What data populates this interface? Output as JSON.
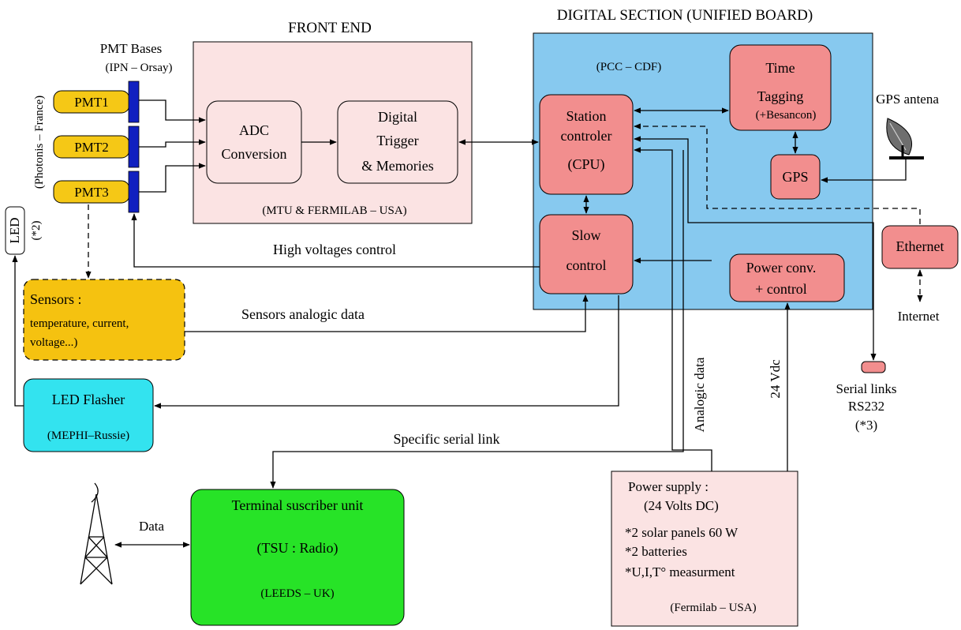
{
  "sections": {
    "front_end": "FRONT END",
    "digital_section": "DIGITAL SECTION (UNIFIED BOARD)",
    "pcc_cdf": "(PCC – CDF)",
    "mtu_fermilab": "(MTU & FERMILAB – USA)"
  },
  "pmt": {
    "bases_title": "PMT Bases",
    "bases_origin": "(IPN – Orsay)",
    "photonis": "(Photonis – France)",
    "units": [
      "PMT1",
      "PMT2",
      "PMT3"
    ]
  },
  "led": {
    "label": "LED",
    "note": "(*2)"
  },
  "blocks": {
    "adc": [
      "ADC",
      "Conversion"
    ],
    "trigger": [
      "Digital",
      "Trigger",
      "& Memories"
    ],
    "station": [
      "Station",
      "controler",
      "(CPU)"
    ],
    "time_tagging": [
      "Time",
      "Tagging",
      "(+Besancon)"
    ],
    "gps": "GPS",
    "slow_control": [
      "Slow",
      "control"
    ],
    "power_conv": [
      "Power conv.",
      "+ control"
    ],
    "ethernet": "Ethernet",
    "sensors": [
      "Sensors :",
      "temperature, current,",
      "voltage...)"
    ],
    "led_flasher": [
      "LED Flasher",
      "(MEPHI–Russie)"
    ],
    "tsu": [
      "Terminal suscriber unit",
      "(TSU : Radio)",
      "(LEEDS – UK)"
    ],
    "power_supply": [
      "Power supply :",
      "(24 Volts DC)",
      "*2 solar panels 60 W",
      "*2 batteries",
      "*U,I,T° measurment",
      "(Fermilab – USA)"
    ]
  },
  "labels": {
    "gps_antenna": "GPS antena",
    "internet": "Internet",
    "serial_links": [
      "Serial links",
      "RS232",
      "(*3)"
    ],
    "high_voltages": "High voltages control",
    "sensors_data": "Sensors analogic data",
    "specific_serial": "Specific serial link",
    "analogic_data": "Analogic data",
    "vdc": "24 Vdc",
    "data": "Data"
  },
  "colors": {
    "front_end_bg": "#fbe3e3",
    "digital_bg": "#87c9ef",
    "block_red": "#f28e8e",
    "pmt_yellow": "#f5c816",
    "pmt_base_blue": "#1020c0",
    "sensors_orange": "#f5c210",
    "flasher_cyan": "#33e3ef",
    "tsu_green": "#27e327",
    "power_bg": "#fbe3e3"
  }
}
